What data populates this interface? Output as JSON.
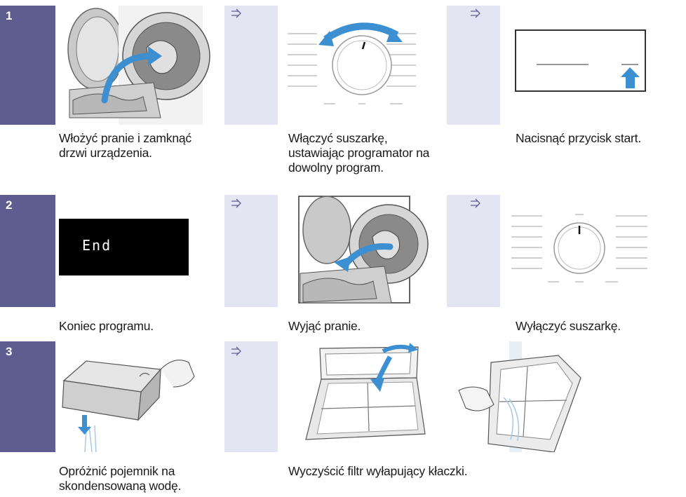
{
  "steps": [
    {
      "number": "1",
      "captions": [
        [
          "Włożyć pranie i zamknąć",
          "drzwi urządzenia."
        ],
        [
          "Włączyć suszarkę,",
          "ustawiając programator na",
          "dowolny program."
        ],
        [
          "Nacisnąć przycisk start."
        ]
      ]
    },
    {
      "number": "2",
      "display_text": "End",
      "captions": [
        [
          "Koniec programu."
        ],
        [
          "Wyjąć pranie."
        ],
        [
          "Wyłączyć suszarkę."
        ]
      ]
    },
    {
      "number": "3",
      "captions": [
        [
          "Opróżnić pojemnik na",
          "skondensowaną wodę."
        ],
        [
          "Wyczyścić filtr wyłapujący kłaczki."
        ]
      ]
    }
  ],
  "colors": {
    "band": "#e3e5f2",
    "step_badge": "#5d5d8f",
    "accent_arrow": "#3c8fd0",
    "display_bg": "#000000"
  },
  "icons": [
    "step-arrow-icon",
    "rotate-arrow-icon",
    "start-button-arrow-icon",
    "drain-arrow-icon"
  ]
}
